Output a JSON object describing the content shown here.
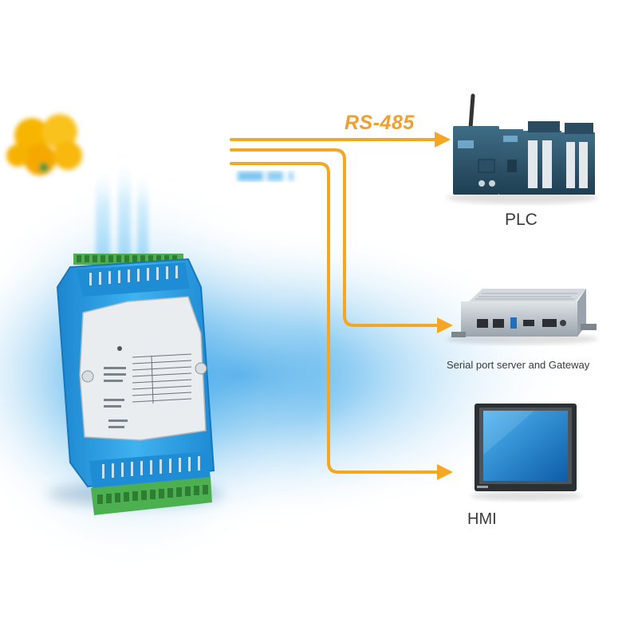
{
  "protocol_label": "RS-485",
  "devices": [
    {
      "id": "plc",
      "label": "PLC"
    },
    {
      "id": "gateway",
      "label": "Serial port server and Gateway"
    },
    {
      "id": "hmi",
      "label": "HMI"
    }
  ],
  "colors": {
    "line": "#f5a623",
    "module_body": "#2a9fe0",
    "terminal": "#4cb050",
    "glow": "#3fa9e8"
  }
}
